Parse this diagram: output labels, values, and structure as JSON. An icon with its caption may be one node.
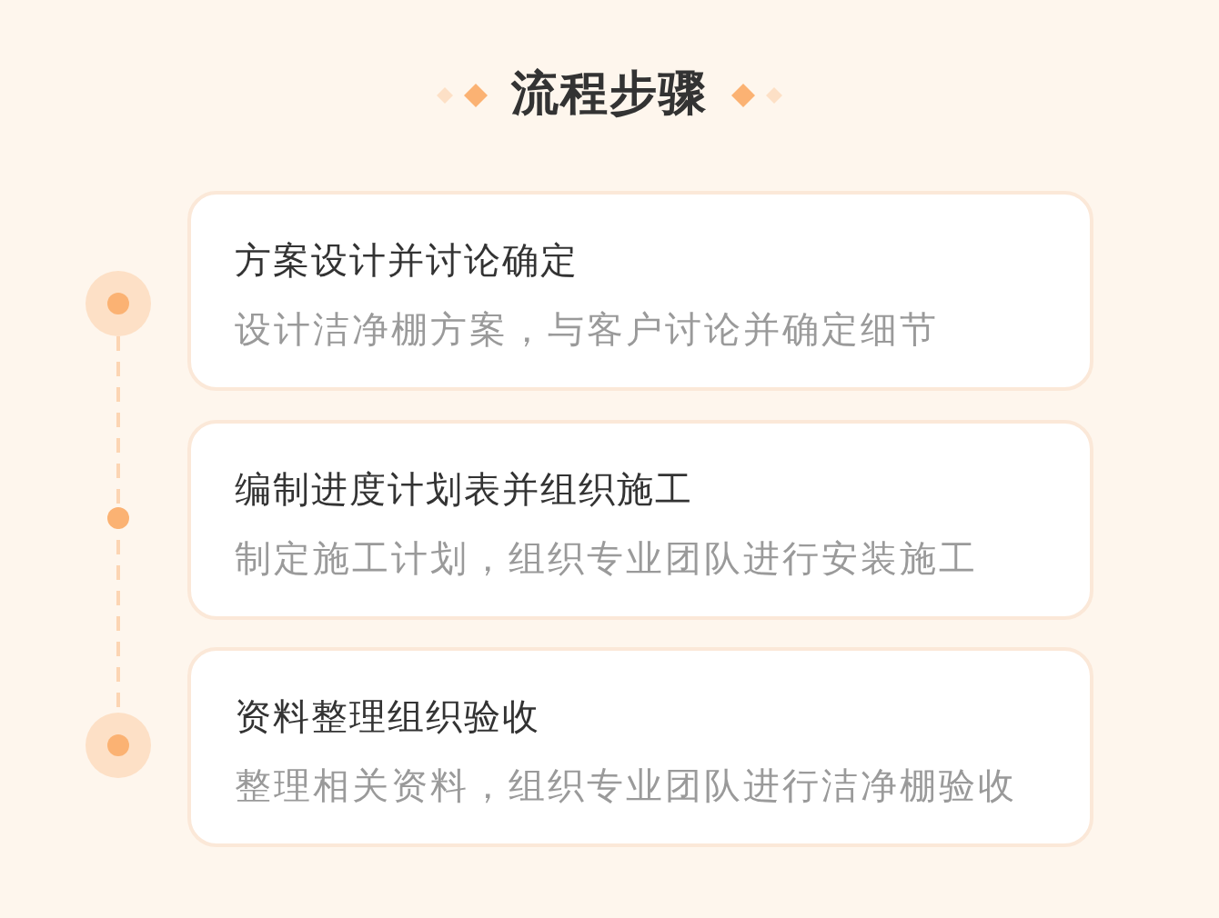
{
  "diagram": {
    "title": "流程步骤",
    "nodes": [
      {
        "text": [
          "方案设计并讨论确定",
          "设计洁净棚方案，与客户讨论并确定细节"
        ]
      },
      {
        "text": [
          "编制进度计划表并组织施工",
          "制定施工计划，组织专业团队进行安装施工"
        ]
      },
      {
        "text": [
          "资料整理组织验收",
          "整理相关资料，组织专业团队进行洁净棚验收"
        ]
      }
    ]
  }
}
